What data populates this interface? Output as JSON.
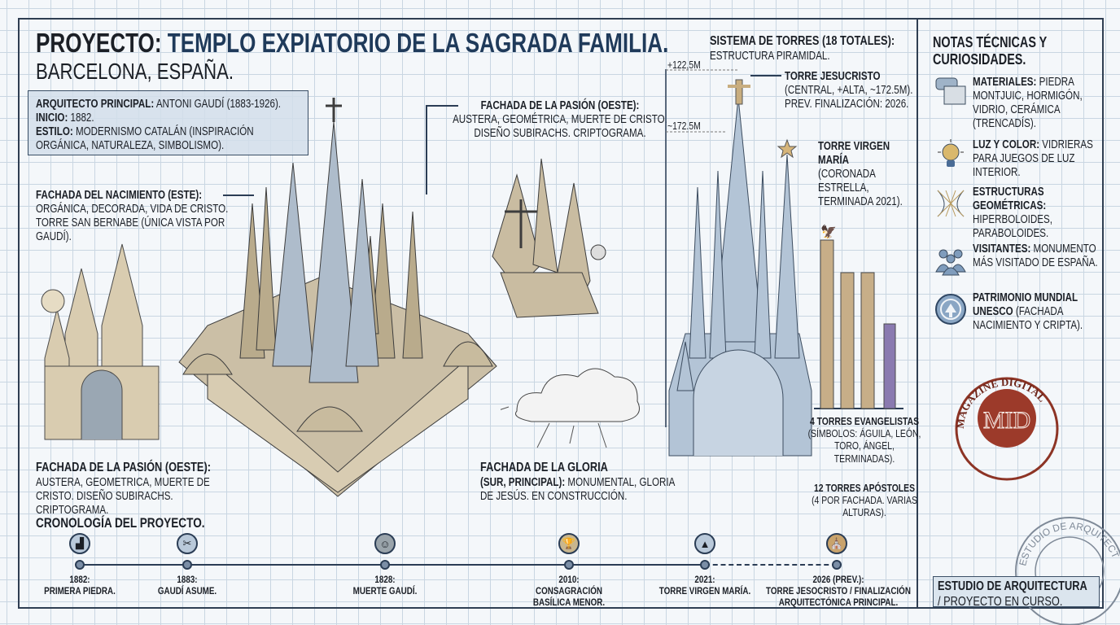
{
  "header": {
    "title_prefix": "PROYECTO:",
    "title_main": "TEMPLO EXPIATORIO DE LA SAGRADA FAMILIA.",
    "subtitle": "BARCELONA, ESPAÑA."
  },
  "info": [
    {
      "label": "ARQUITECTO PRINCIPAL:",
      "text": "ANTONI GAUDÍ (1883-1926)."
    },
    {
      "label": "INICIO:",
      "text": "1882."
    },
    {
      "label": "ESTILO:",
      "text": "MODERNISMO CATALÁN (INSPIRACIÓN ORGÁNICA, NATURALEZA, SIMBOLISMO)."
    }
  ],
  "facades": {
    "nacimiento": {
      "label": "FACHADA DEL NACIMIENTO (ESTE):",
      "text": "ORGÁNICA, DECORADA, VIDA DE CRISTO. TORRE SAN BERNABE (ÚNICA VISTA POR GAUDÍ)."
    },
    "pasion_top": {
      "label": "FACHADA DE LA PASIÓN (OESTE):",
      "text": "AUSTERA, GEOMÉTRICA, MUERTE DE CRISTO. DISEÑO SUBIRACHS. CRIPTOGRAMA."
    },
    "pasion_bottom": {
      "label": "FACHADA DE LA PASIÓN (OESTE):",
      "text": "AUSTERA, GEOMETRICA, MUERTE DE CRISTO. DISEÑO SUBIRACHS. CRIPTOGRAMA."
    },
    "gloria": {
      "label": "FACHADA DE LA GLORIA",
      "label2": "(SUR, PRINCIPAL):",
      "text": "MONUMENTAL, GLORIA DE JESÚS. EN CONSTRUCCIÓN."
    }
  },
  "towers": {
    "title": "SISTEMA DE TORRES (18 TOTALES):",
    "subtitle": "ESTRUCTURA PIRAMIDAL.",
    "height_top": "+122,5m",
    "height_mid": "~172.5m",
    "jesucristo": {
      "label": "TORRE JESUCRISTO",
      "text": "(CENTRAL, +ALTA, ~172.5m). PREV. FINALIZACIÓN: 2026."
    },
    "virgen": {
      "label": "TORRE VIRGEN MARÍA",
      "text": "(CORONADA ESTRELLA, TERMINADA 2021)."
    },
    "evangelistas": {
      "label": "4 TORRES EVANGELISTAS",
      "text": "(SÍMBOLOS: ÁGUILA, LEÓN, TORO, ÁNGEL, TERMINADAS)."
    },
    "apostoles": {
      "label": "12 TORRES APÓSTOLES",
      "text": "(4 POR FACHADA. VARIAS ALTURAS)."
    }
  },
  "notes": {
    "title": "NOTAS TÉCNICAS Y CURIOSIDADES.",
    "items": [
      {
        "icon": "stone-blocks-icon",
        "label": "MATERIALES:",
        "text": "PIEDRA MONTJUIC, HORMIGÓN, VIDRIO, CERÁMICA (TRENCADÍS)."
      },
      {
        "icon": "lightbulb-icon",
        "label": "LUZ Y COLOR:",
        "text": "VIDRIERAS PARA JUEGOS DE LUZ INTERIOR."
      },
      {
        "icon": "hyperboloid-icon",
        "label": "ESTRUCTURAS GEOMÉTRICAS:",
        "text": "HIPERBOLOIDES, PARABOLOIDES."
      },
      {
        "icon": "visitors-icon",
        "label": "VISITANTES:",
        "text": "MONUMENTO MÁS VISITADO DE ESPAÑA."
      },
      {
        "icon": "unesco-icon",
        "label": "PATRIMONIO MUNDIAL UNESCO",
        "text": "(FACHADA NACIMIENTO Y CRIPTA)."
      }
    ]
  },
  "stamps": {
    "magazine": "MAGAZINE DIGITAL",
    "magazine_mark": "MID",
    "studio": "ESTUDIO DE ARQUITECTURA"
  },
  "footer": {
    "line1": "ESTUDIO DE ARQUITECTURA",
    "line2": "/ PROYECTO EN CURSO."
  },
  "timeline": {
    "title": "CRONOLOGÍA DEL PROYECTO.",
    "events": [
      {
        "year": "1882:",
        "text": "PRIMERA PIEDRA.",
        "text2": ""
      },
      {
        "year": "1883:",
        "text": "GAUDÍ ASUME.",
        "text2": ""
      },
      {
        "year": "1828:",
        "text": "MUERTE GAUDÍ.",
        "text2": ""
      },
      {
        "year": "2010:",
        "text": "CONSAGRACIÓN",
        "text2": "BASÍLICA MENOR."
      },
      {
        "year": "2021:",
        "text": "TORRE VIRGEN MARÍA.",
        "text2": ""
      },
      {
        "year": "2026 (PREV.):",
        "text": "TORRE JESOCRISTO / FINALIZACIÓN",
        "text2": "ARQUITECTÓNICA PRINCIPAL."
      }
    ]
  },
  "colors": {
    "navy": "#1f3a5a",
    "stone": "#cdbb98",
    "tower_blue": "#a9bdd2",
    "stamp_red": "#9c3a2a"
  }
}
